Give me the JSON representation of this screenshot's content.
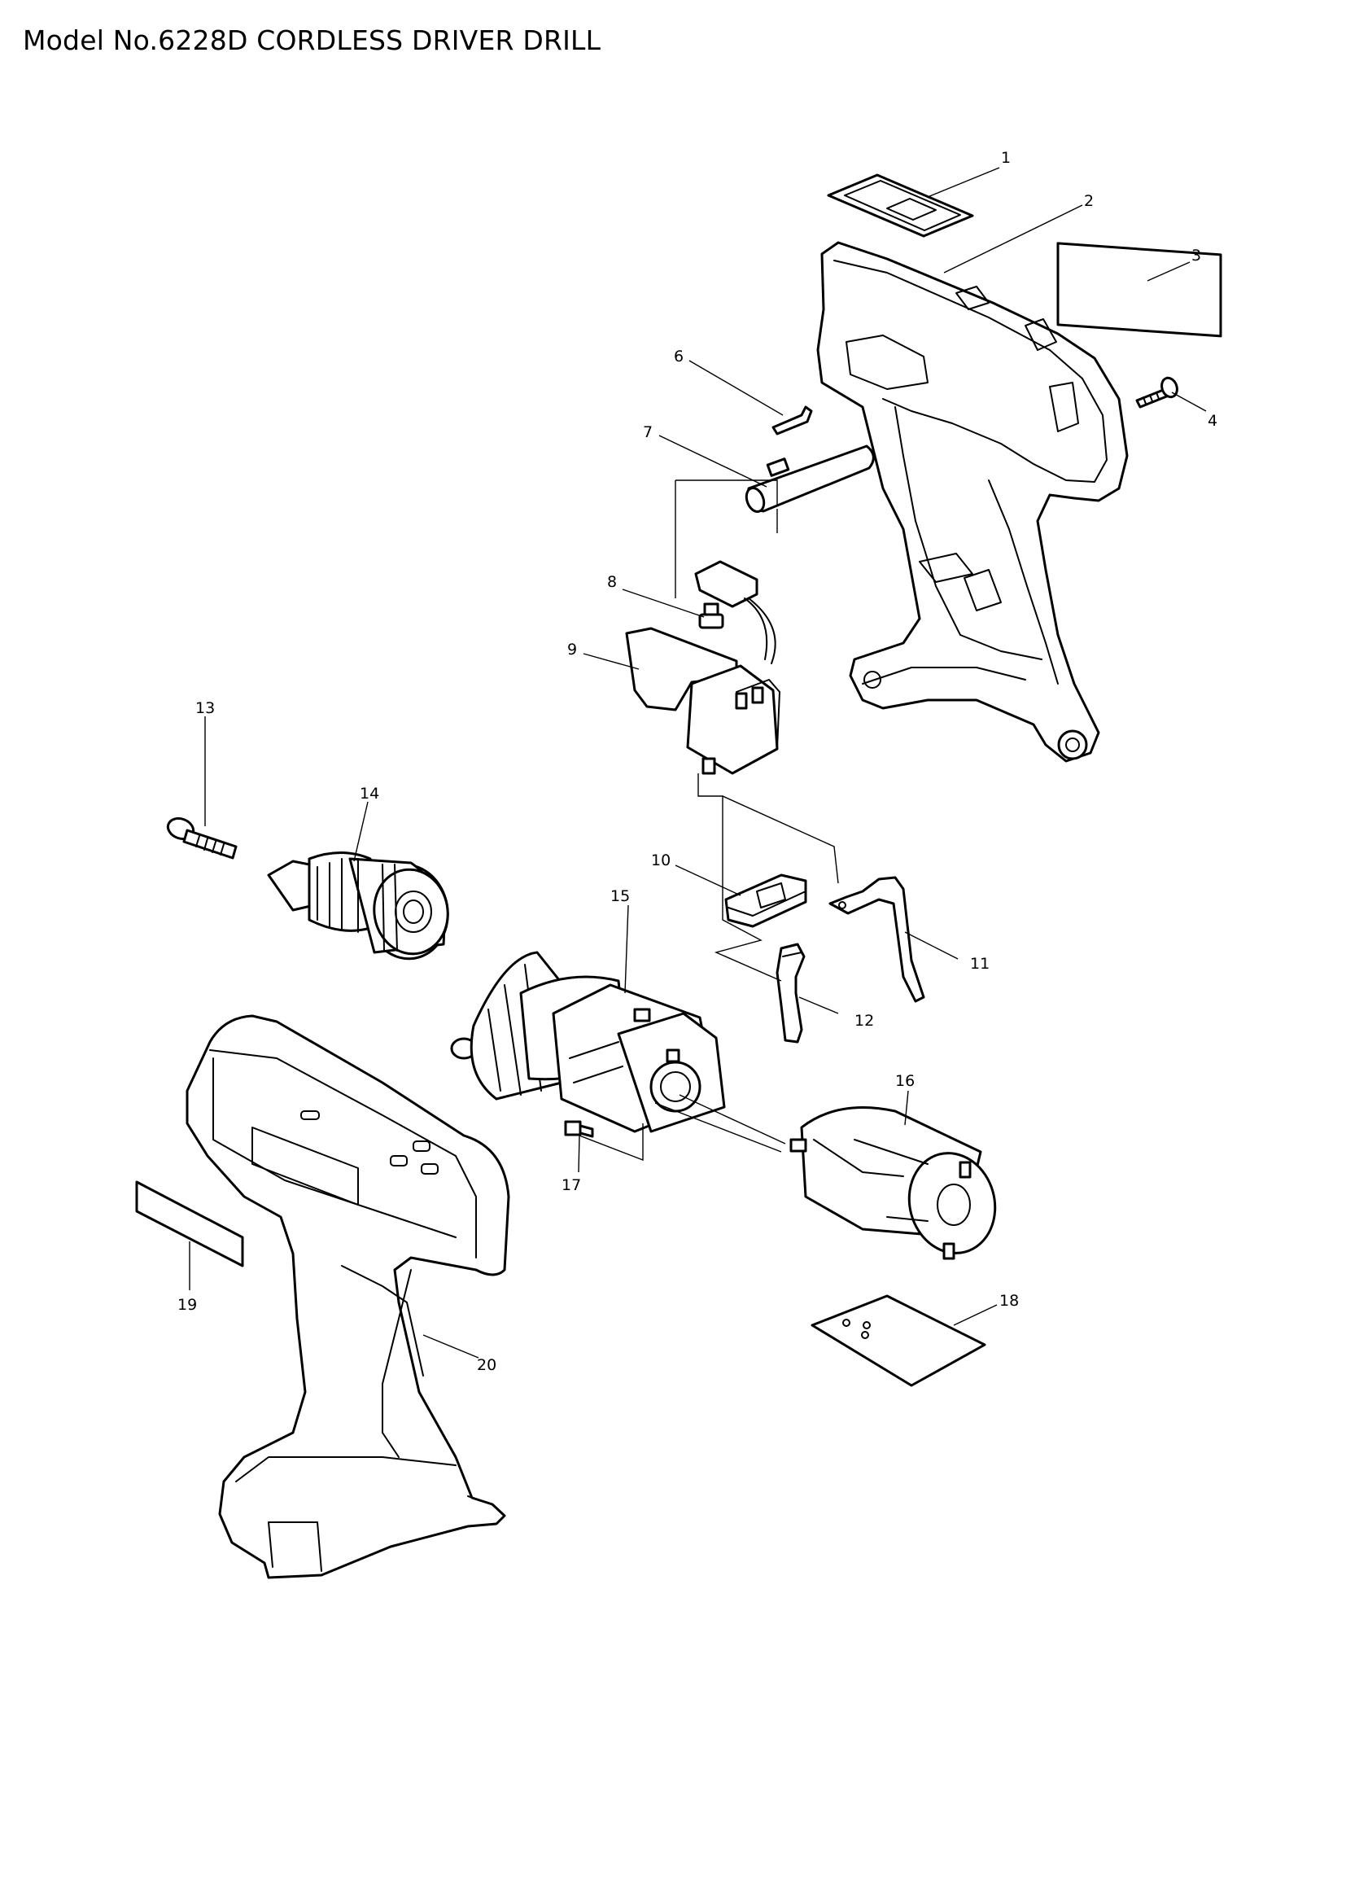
{
  "title": "Model No.6228D CORDLESS DRIVER DRILL",
  "callouts": [
    "1",
    "2",
    "3",
    "4",
    "6",
    "7",
    "8",
    "9",
    "10",
    "11",
    "12",
    "13",
    "14",
    "15",
    "16",
    "17",
    "18",
    "19",
    "20"
  ],
  "parts": [
    {
      "ref": "1",
      "icon": "cover-plate-icon"
    },
    {
      "ref": "2",
      "icon": "housing-half-icon"
    },
    {
      "ref": "3",
      "icon": "name-plate-icon"
    },
    {
      "ref": "4",
      "icon": "screw-icon"
    },
    {
      "ref": "6",
      "icon": "spring-clip-icon"
    },
    {
      "ref": "7",
      "icon": "capacitor-icon"
    },
    {
      "ref": "8",
      "icon": "pin-icon"
    },
    {
      "ref": "9",
      "icon": "switch-icon"
    },
    {
      "ref": "10",
      "icon": "brush-holder-icon"
    },
    {
      "ref": "11",
      "icon": "terminal-bracket-icon"
    },
    {
      "ref": "12",
      "icon": "terminal-clip-icon"
    },
    {
      "ref": "13",
      "icon": "bolt-icon"
    },
    {
      "ref": "14",
      "icon": "keyless-chuck-icon"
    },
    {
      "ref": "15",
      "icon": "gear-assembly-icon"
    },
    {
      "ref": "16",
      "icon": "dc-motor-icon"
    },
    {
      "ref": "17",
      "icon": "small-screw-icon"
    },
    {
      "ref": "18",
      "icon": "insulation-plate-icon"
    },
    {
      "ref": "19",
      "icon": "label-icon"
    },
    {
      "ref": "20",
      "icon": "housing-set-icon"
    }
  ]
}
